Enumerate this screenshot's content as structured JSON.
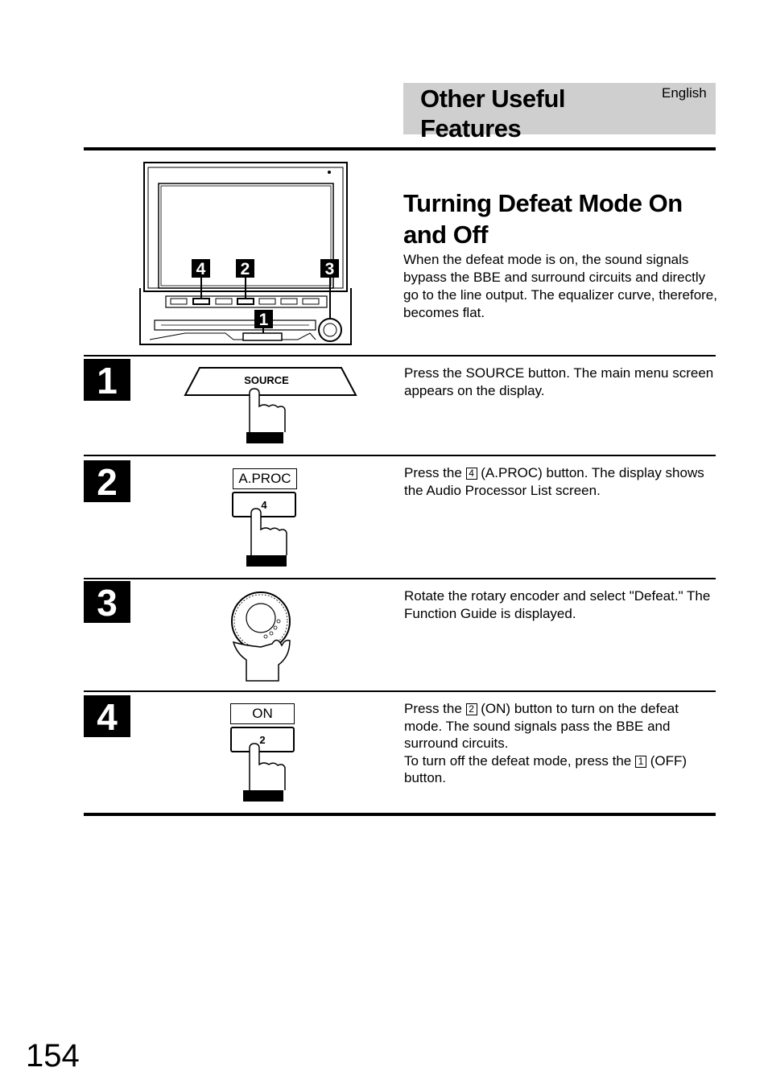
{
  "header": {
    "title": "Other Useful Features",
    "language": "English"
  },
  "section": {
    "title": "Turning Defeat Mode On and Off",
    "intro": "When the defeat mode is on, the sound signals bypass the BBE and surround circuits and directly go to the line output. The equalizer curve, therefore, becomes flat."
  },
  "unit_callouts": [
    "4",
    "2",
    "3",
    "1"
  ],
  "steps": [
    {
      "number": "1",
      "button_label": "SOURCE",
      "text": "Press the SOURCE button. The main menu screen appears on the display."
    },
    {
      "number": "2",
      "label": "A.PROC",
      "button_label": "4",
      "text_before": "Press the ",
      "key": "4",
      "text_after": " (A.PROC) button. The display shows the Audio Processor List screen."
    },
    {
      "number": "3",
      "text": "Rotate the rotary encoder and select \"Defeat.\" The Function Guide is displayed."
    },
    {
      "number": "4",
      "label": "ON",
      "button_label": "2",
      "text_before": "Press the ",
      "key": "2",
      "text_after": " (ON) button to turn on the defeat mode. The sound signals pass the BBE and surround circuits.",
      "text2_before": "To turn off the defeat mode, press the ",
      "key2": "1",
      "text2_after": " (OFF) button."
    }
  ],
  "page_number": "154"
}
